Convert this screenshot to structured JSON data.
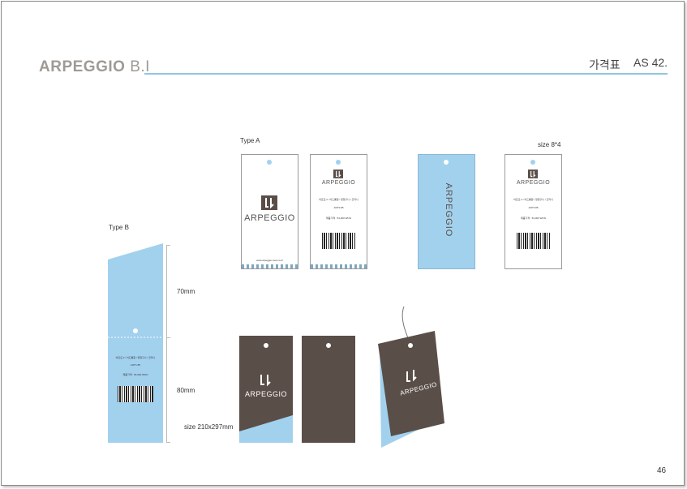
{
  "header": {
    "brand": "ARPEGGIO",
    "brand_suffix": "B.I",
    "page_label": "가격표",
    "page_code": "AS 42."
  },
  "labels": {
    "type_a": "Type A",
    "type_b": "Type B",
    "size_small": "size 8*4",
    "dim_70": "70mm",
    "dim_80": "80mm",
    "size_large": "size 210x297mm"
  },
  "tag": {
    "logo_text": "ARPEGGIO",
    "product_line": "아르모 2 / 이드롱원 / 정형구니 / 코커니",
    "size_line": "100*1:85",
    "price_line": "제품가격 : 54,000 WON",
    "footer_line": "www.arpeggio-mos.co.kr"
  },
  "footer": {
    "page_number": "46"
  },
  "colors": {
    "accent_blue": "#a2d1ee",
    "tag_brown": "#5a4e48",
    "rule_blue": "#8fc6e2"
  }
}
